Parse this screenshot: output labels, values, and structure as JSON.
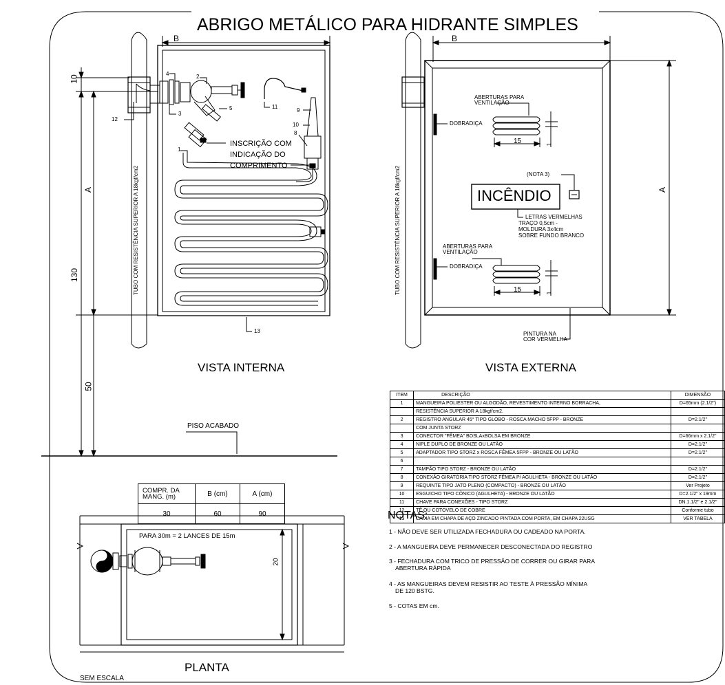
{
  "title": "ABRIGO METÁLICO PARA HIDRANTE SIMPLES",
  "views": {
    "internal": "VISTA INTERNA",
    "external": "VISTA EXTERNA",
    "plan": "PLANTA"
  },
  "dimensions": {
    "b_left": "B",
    "b_right": "B",
    "a_left": "A",
    "a_right": "A",
    "d10": "10",
    "d130": "130",
    "d50": "50",
    "d20": "20",
    "d15_top": "15",
    "d15_bottom": "15",
    "d1_top": "1",
    "d1_bottom": "1"
  },
  "pipe_label": "TUBO COM RESISTÊNCIA SUPERIOR A 18kgf/cm2",
  "floor_label": "PISO ACABADO",
  "scale_label": "SEM ESCALA",
  "callouts": {
    "n1": "1",
    "n2": "2",
    "n3": "3",
    "n4": "4",
    "n5": "5",
    "n8": "8",
    "n9": "9",
    "n10": "10",
    "n11": "11",
    "n12": "12",
    "n13": "13",
    "inscription": [
      "INSCRIÇÃO COM",
      "INDICAÇÃO DO",
      "COMPRIMENTO"
    ],
    "vent_top": [
      "ABERTURAS PARA",
      "VENTILAÇÃO"
    ],
    "vent_bottom": [
      "ABERTURAS PARA",
      "VENTILAÇÃO"
    ],
    "hinge_top": "DOBRADIÇA",
    "hinge_bottom": "DOBRADIÇA",
    "nota3": "(NOTA 3)",
    "incendio": "INCÊNDIO",
    "letters": [
      "LETRAS VERMELHAS",
      "TRAÇO 0,5cm -",
      "MOLDURA 3x4cm",
      "SOBRE FUNDO BRANCO"
    ],
    "paint": [
      "PINTURA NA",
      "COR VERMELHA"
    ]
  },
  "items_table": {
    "headers": [
      "ITEM",
      "DESCRIÇÃO",
      "DIMENSÃO"
    ],
    "rows": [
      [
        "1",
        "MANGUEIRA POLIESTER OU ALGODÃO, REVESTIMENTO INTERNO BORRACHA,",
        "D=65mm (2.1/2\")"
      ],
      [
        "",
        "RESISTÊNCIA SUPERIOR A 18kgf/cm2.",
        ""
      ],
      [
        "2",
        "REGISTRO ANGULAR 45° TIPO GLOBO - ROSCA MACHO 5FPP - BRONZE",
        "D=2.1/2\""
      ],
      [
        "",
        "COM JUNTA STORZ",
        ""
      ],
      [
        "3",
        "CONECTOR \"FÊMEA\" BOSLAxBOLSA EM BRONZE",
        "D=66mm x 2.1/2\""
      ],
      [
        "4",
        "NIPLE DUPLO DE BRONZE OU LATÃO",
        "D=2.1/2\""
      ],
      [
        "5",
        "ADAPTADOR TIPO STORZ x ROSCA FÊMEA 5FPP - BRONZE OU LATÃO",
        "D=2.1/2\""
      ],
      [
        "6",
        "",
        ""
      ],
      [
        "7",
        "TAMPÃO TIPO STORZ - BRONZE OU LATÃO",
        "D=2.1/2\""
      ],
      [
        "8",
        "CONEXÃO GIRATÓRIA TIPO STORZ FÊMEA P/ AGULHETA - BRONZE OU LATÃO",
        "D=2.1/2\""
      ],
      [
        "9",
        "REQUINTE TIPO JATO PLENO (COMPACTO) - BRONZE OU LATÃO",
        "Ver Projeto"
      ],
      [
        "10",
        "ESGUICHO TIPO CÔNICO (AGULHETA) - BRONZE OU LATÃO",
        "D=2.1/2\" x 19mm"
      ],
      [
        "11",
        "CHAVE PARA CONEXÕES - TIPO STORZ",
        "DN.1.1/2\" e 2.1/2\""
      ],
      [
        "12",
        "TÊ OU COTOVELO DE COBRE",
        "Conforme tubo"
      ],
      [
        "13",
        "CAIXA EM CHAPA DE AÇO ZINCADO PINTADA COM PORTA, EM CHAPA 22USG",
        "VER TABELA"
      ]
    ]
  },
  "sizes_table": {
    "headers": [
      "COMPR. DA MANG. (m)",
      "B (cm)",
      "A (cm)"
    ],
    "row": [
      "30",
      "60",
      "90"
    ],
    "note": "PARA 30m = 2 LANCES DE 15m"
  },
  "notes": {
    "title": "NOTAS:",
    "items": [
      "1 - NÃO DEVE SER UTILIZADA FECHADURA OU CADEADO NA PORTA.",
      "2 - A MANGUEIRA DEVE PERMANECER DESCONECTADA DO REGISTRO",
      "3 - FECHADURA COM TRICO DE PRESSÃO DE CORRER OU GIRAR PARA",
      "ABERTURA RÁPIDA",
      "4 - AS MANGUEIRAS DEVEM RESISTIR AO TESTE À PRESSÃO MÍNIMA",
      "DE 120 BSTG.",
      "5 - COTAS EM cm."
    ]
  }
}
